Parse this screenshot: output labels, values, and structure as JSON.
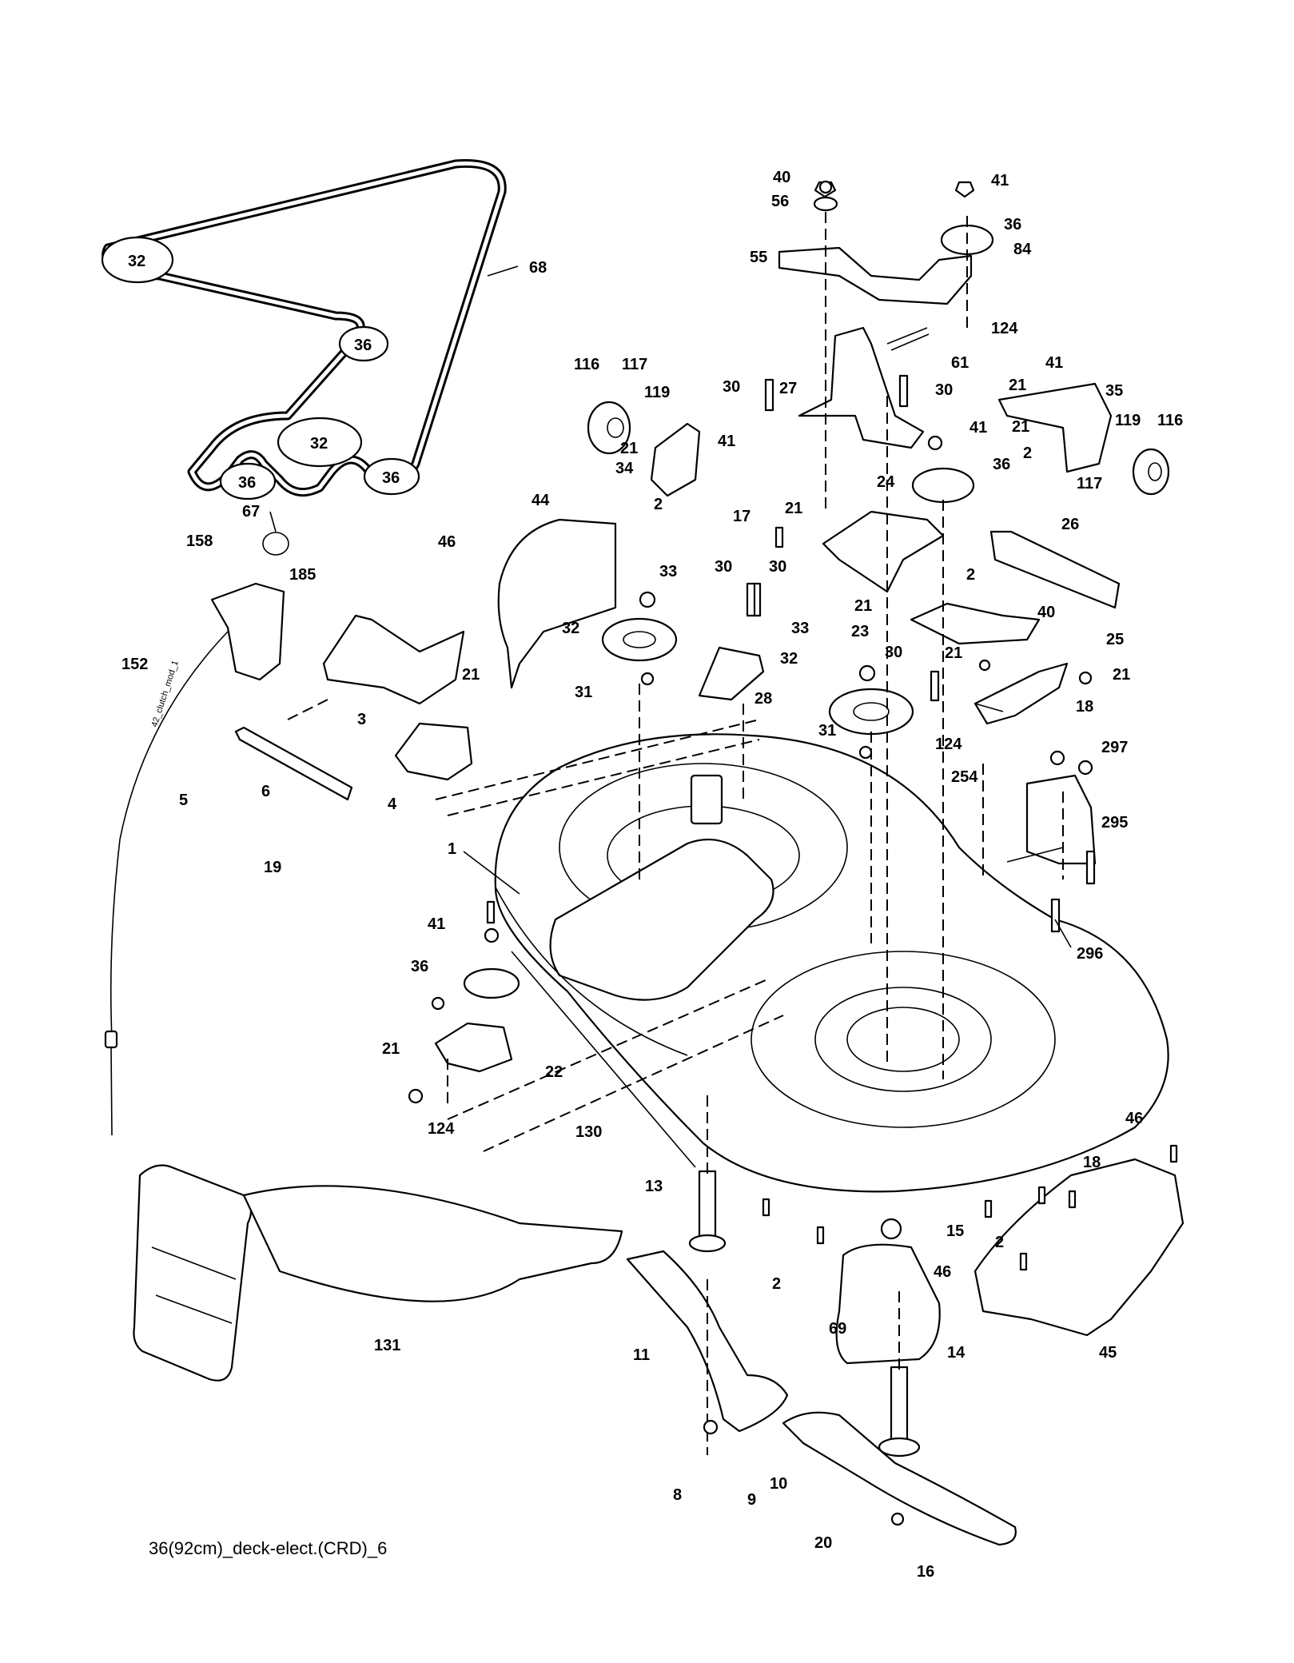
{
  "caption": "36(92cm)_deck-elect.(CRD)_6",
  "cable_label": "42_clutch_mod_1",
  "callouts": [
    {
      "id": "c1",
      "text": "1"
    },
    {
      "id": "c2a",
      "text": "2"
    },
    {
      "id": "c2b",
      "text": "2"
    },
    {
      "id": "c2c",
      "text": "2"
    },
    {
      "id": "c2d",
      "text": "2"
    },
    {
      "id": "c2e",
      "text": "2"
    },
    {
      "id": "c3",
      "text": "3"
    },
    {
      "id": "c4",
      "text": "4"
    },
    {
      "id": "c5",
      "text": "5"
    },
    {
      "id": "c6",
      "text": "6"
    },
    {
      "id": "c8",
      "text": "8"
    },
    {
      "id": "c9",
      "text": "9"
    },
    {
      "id": "c10",
      "text": "10"
    },
    {
      "id": "c11",
      "text": "11"
    },
    {
      "id": "c13",
      "text": "13"
    },
    {
      "id": "c14",
      "text": "14"
    },
    {
      "id": "c15",
      "text": "15"
    },
    {
      "id": "c16",
      "text": "16"
    },
    {
      "id": "c17",
      "text": "17"
    },
    {
      "id": "c18a",
      "text": "18"
    },
    {
      "id": "c18b",
      "text": "18"
    },
    {
      "id": "c19",
      "text": "19"
    },
    {
      "id": "c20",
      "text": "20"
    },
    {
      "id": "c21a",
      "text": "21"
    },
    {
      "id": "c21b",
      "text": "21"
    },
    {
      "id": "c21c",
      "text": "21"
    },
    {
      "id": "c21d",
      "text": "21"
    },
    {
      "id": "c21e",
      "text": "21"
    },
    {
      "id": "c21f",
      "text": "21"
    },
    {
      "id": "c21g",
      "text": "21"
    },
    {
      "id": "c21h",
      "text": "21"
    },
    {
      "id": "c21i",
      "text": "21"
    },
    {
      "id": "c22",
      "text": "22"
    },
    {
      "id": "c23",
      "text": "23"
    },
    {
      "id": "c24",
      "text": "24"
    },
    {
      "id": "c25",
      "text": "25"
    },
    {
      "id": "c26",
      "text": "26"
    },
    {
      "id": "c27",
      "text": "27"
    },
    {
      "id": "c28",
      "text": "28"
    },
    {
      "id": "c30a",
      "text": "30"
    },
    {
      "id": "c30b",
      "text": "30"
    },
    {
      "id": "c30c",
      "text": "30"
    },
    {
      "id": "c30d",
      "text": "30"
    },
    {
      "id": "c30e",
      "text": "30"
    },
    {
      "id": "c31a",
      "text": "31"
    },
    {
      "id": "c31b",
      "text": "31"
    },
    {
      "id": "c32a",
      "text": "32"
    },
    {
      "id": "c32b",
      "text": "32"
    },
    {
      "id": "c33a",
      "text": "33"
    },
    {
      "id": "c33b",
      "text": "33"
    },
    {
      "id": "c34",
      "text": "34"
    },
    {
      "id": "c35",
      "text": "35"
    },
    {
      "id": "c36a",
      "text": "36"
    },
    {
      "id": "c36b",
      "text": "36"
    },
    {
      "id": "c36c",
      "text": "36"
    },
    {
      "id": "c40a",
      "text": "40"
    },
    {
      "id": "c40b",
      "text": "40"
    },
    {
      "id": "c41a",
      "text": "41"
    },
    {
      "id": "c41b",
      "text": "41"
    },
    {
      "id": "c41c",
      "text": "41"
    },
    {
      "id": "c41d",
      "text": "41"
    },
    {
      "id": "c41e",
      "text": "41"
    },
    {
      "id": "c44",
      "text": "44"
    },
    {
      "id": "c45",
      "text": "45"
    },
    {
      "id": "c46a",
      "text": "46"
    },
    {
      "id": "c46b",
      "text": "46"
    },
    {
      "id": "c46c",
      "text": "46"
    },
    {
      "id": "c55",
      "text": "55"
    },
    {
      "id": "c56",
      "text": "56"
    },
    {
      "id": "c61",
      "text": "61"
    },
    {
      "id": "c67",
      "text": "67"
    },
    {
      "id": "c68",
      "text": "68"
    },
    {
      "id": "c69",
      "text": "69"
    },
    {
      "id": "c84",
      "text": "84"
    },
    {
      "id": "c116a",
      "text": "116"
    },
    {
      "id": "c116b",
      "text": "116"
    },
    {
      "id": "c117a",
      "text": "117"
    },
    {
      "id": "c117b",
      "text": "117"
    },
    {
      "id": "c119a",
      "text": "119"
    },
    {
      "id": "c119b",
      "text": "119"
    },
    {
      "id": "c124a",
      "text": "124"
    },
    {
      "id": "c124b",
      "text": "124"
    },
    {
      "id": "c124c",
      "text": "124"
    },
    {
      "id": "c130",
      "text": "130"
    },
    {
      "id": "c131",
      "text": "131"
    },
    {
      "id": "c152",
      "text": "152"
    },
    {
      "id": "c158",
      "text": "158"
    },
    {
      "id": "c185",
      "text": "185"
    },
    {
      "id": "c254",
      "text": "254"
    },
    {
      "id": "c295",
      "text": "295"
    },
    {
      "id": "c296",
      "text": "296"
    },
    {
      "id": "c297",
      "text": "297"
    }
  ],
  "belt_pulley_labels": [
    {
      "id": "bp1",
      "text": "32"
    },
    {
      "id": "bp2",
      "text": "36"
    },
    {
      "id": "bp3",
      "text": "32"
    },
    {
      "id": "bp4",
      "text": "36"
    },
    {
      "id": "bp5",
      "text": "36"
    }
  ]
}
